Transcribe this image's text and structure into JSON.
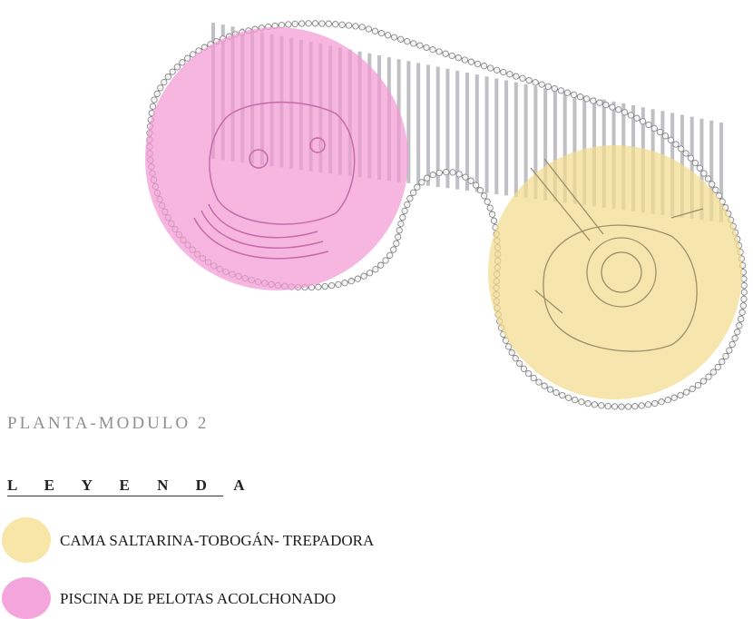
{
  "title": "PLANTA-MODULO 2",
  "legend": {
    "heading": "L E Y E N D A",
    "items": [
      {
        "label": "CAMA SALTARINA-TOBOGÁN- TREPADORA",
        "color": "#f8e5a8"
      },
      {
        "label": "PISCINA DE PELOTAS ACOLCHONADO",
        "color": "#f4a6dc"
      }
    ]
  },
  "colors": {
    "zone_yellow": "#f3dd8f",
    "zone_pink": "#f39ad4",
    "posts": "#9a9aa4",
    "outline": "#8a8a8a"
  }
}
